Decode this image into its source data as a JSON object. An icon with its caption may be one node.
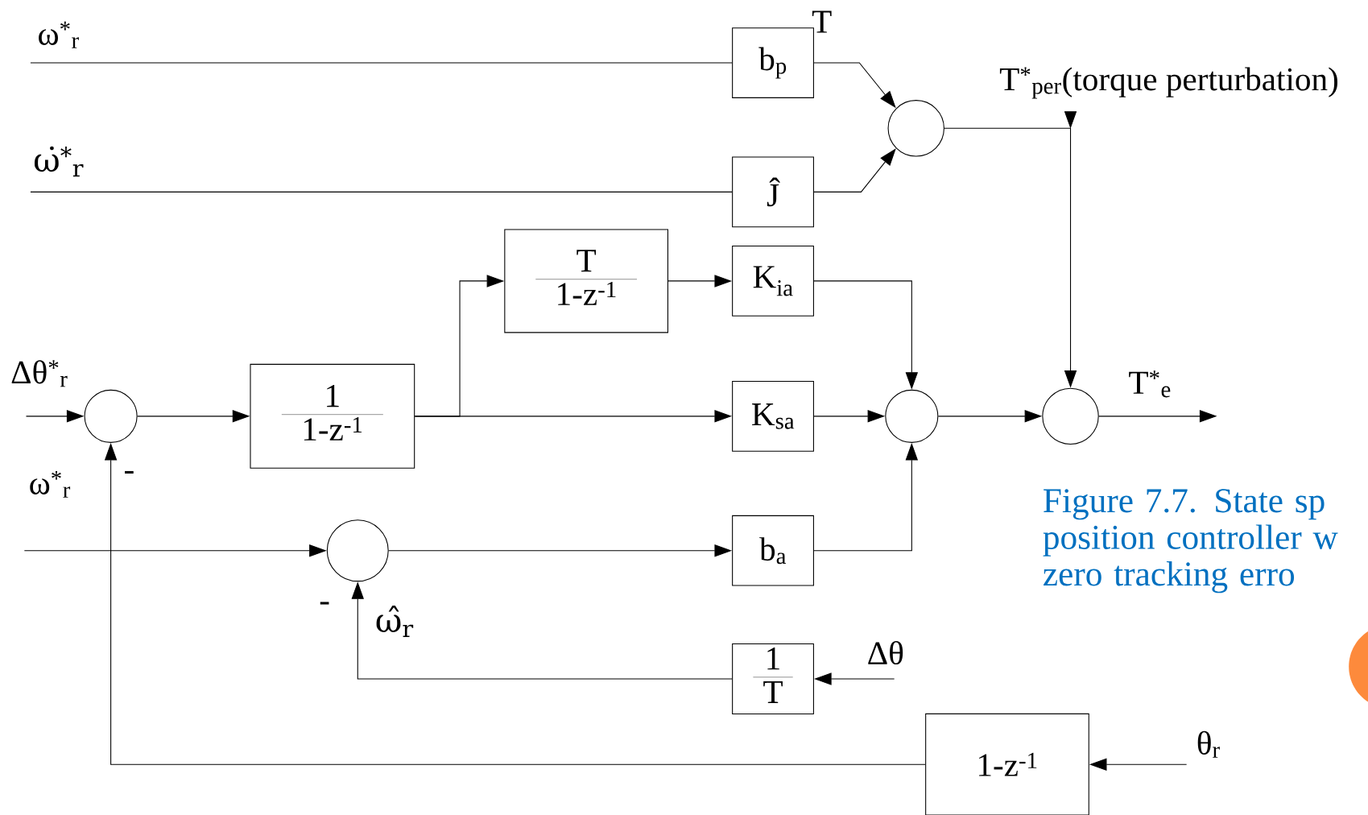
{
  "diagram": {
    "caption": "Figure 7.7. State sp position controller w zero tracking erro",
    "nodes": [
      {
        "text": [
          "b$_{p}$"
        ]
      },
      {
        "text": [
          "Ĵ"
        ]
      },
      {
        "text": [],
        "shape": "circle"
      },
      {
        "text": [
          "T",
          "1-z$^{-1}$"
        ]
      },
      {
        "text": [
          "K$_{ia}$"
        ]
      },
      {
        "text": [
          "K$_{sa}$"
        ]
      },
      {
        "text": [
          "b$_{a}$"
        ]
      },
      {
        "text": [],
        "shape": "circle"
      },
      {
        "text": [
          "1",
          "1-z$^{-1}$"
        ]
      },
      {
        "text": [],
        "shape": "circle"
      },
      {
        "text": [],
        "shape": "circle"
      },
      {
        "text": [],
        "shape": "circle"
      },
      {
        "text": [
          "1",
          "T"
        ]
      },
      {
        "text": [
          "1-z$^{-1}$"
        ]
      }
    ],
    "edges": [
      {
        "from": null,
        "to": 0,
        "arrow": "none",
        "label": "ω$^{*}$$_{r}$"
      },
      {
        "from": null,
        "to": 1,
        "arrow": "none",
        "label": "ω̇$^{*}$$_{r}$"
      },
      {
        "from": 0,
        "to": 2,
        "arrow": "to"
      },
      {
        "from": 1,
        "to": 2,
        "arrow": "to"
      },
      {
        "from": 2,
        "to": 11,
        "arrow": "to",
        "label": "T$^{*}$$_{per}$(torque perturbation)"
      },
      {
        "from": 3,
        "to": 4,
        "arrow": "to"
      },
      {
        "from": 8,
        "to": 3,
        "arrow": "to"
      },
      {
        "from": 8,
        "to": 5,
        "arrow": "to"
      },
      {
        "from": 4,
        "to": 10,
        "arrow": "to"
      },
      {
        "from": 5,
        "to": 10,
        "arrow": "to"
      },
      {
        "from": 6,
        "to": 10,
        "arrow": "to"
      },
      {
        "from": 10,
        "to": 11,
        "arrow": "to"
      },
      {
        "from": 11,
        "to": null,
        "arrow": "to",
        "label": "T$^{*}$$_{e}$"
      },
      {
        "from": null,
        "to": 7,
        "arrow": "to",
        "label": "Δθ$^{*}$$_{r}$"
      },
      {
        "from": 7,
        "to": 8,
        "arrow": "to"
      },
      {
        "from": null,
        "to": 9,
        "arrow": "to",
        "label": "ω$^{*}$$_{r}$"
      },
      {
        "from": 9,
        "to": 6,
        "arrow": "to"
      },
      {
        "from": 12,
        "to": 9,
        "arrow": "to",
        "label": "ω̂$_{r}$"
      },
      {
        "from": null,
        "to": 12,
        "arrow": "to",
        "label": "Δθ"
      },
      {
        "from": 13,
        "to": 7,
        "arrow": "to"
      },
      {
        "from": null,
        "to": 13,
        "arrow": "to",
        "label": "θ$_{r}$"
      }
    ],
    "labels": [
      "T",
      "-",
      "-"
    ]
  }
}
